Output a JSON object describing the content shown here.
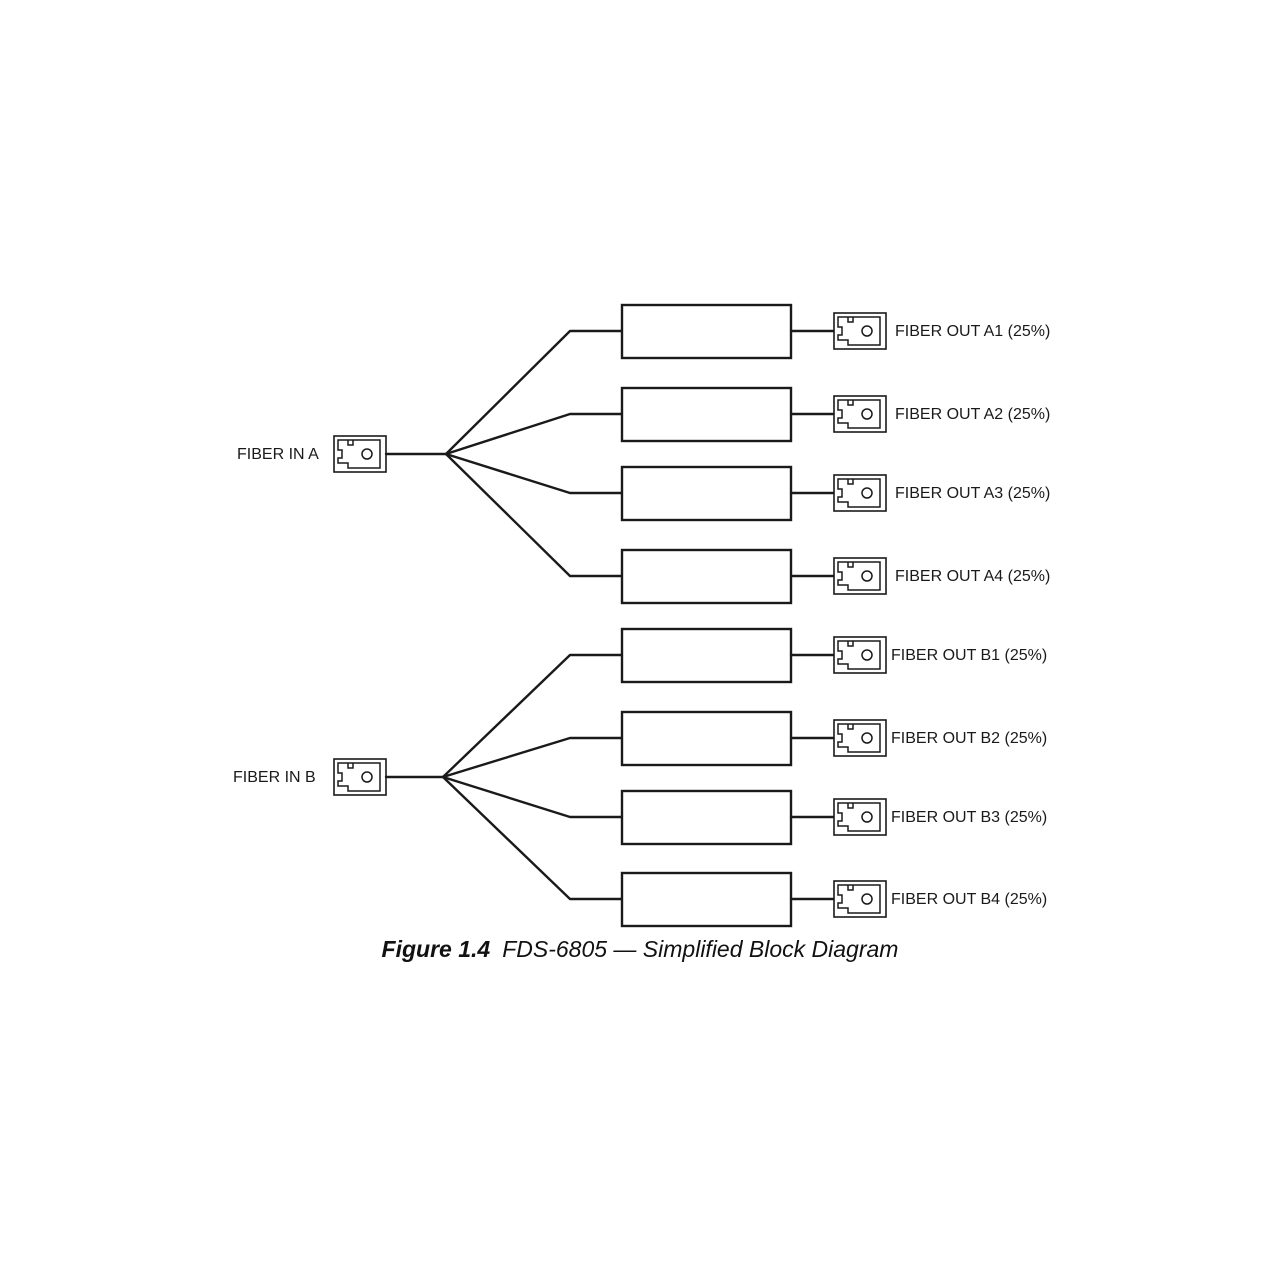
{
  "caption": {
    "number": "Figure 1.4",
    "text": "FDS-6805 — Simplified Block Diagram"
  },
  "groups": [
    {
      "input_label": "FIBER IN A",
      "outputs": [
        "FIBER OUT A1 (25%)",
        "FIBER OUT A2 (25%)",
        "FIBER OUT A3 (25%)",
        "FIBER OUT A4 (25%)"
      ]
    },
    {
      "input_label": "FIBER IN B",
      "outputs": [
        "FIBER OUT B1 (25%)",
        "FIBER OUT B2 (25%)",
        "FIBER OUT B3 (25%)",
        "FIBER OUT B4 (25%)"
      ]
    }
  ],
  "icons": {
    "connector": "fiber-connector-icon"
  },
  "colors": {
    "line": "#1a1a1a",
    "background": "#ffffff"
  }
}
